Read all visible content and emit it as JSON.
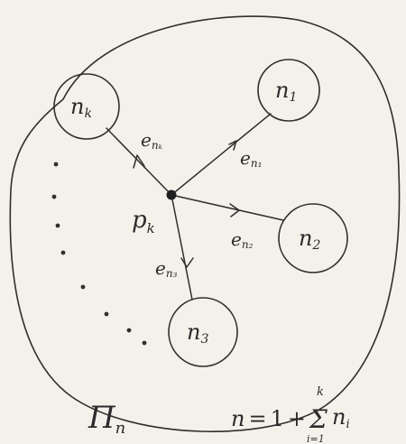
{
  "colors": {
    "paper": "#f4f1ea",
    "ink": "#2f2f2f"
  },
  "diagram": {
    "center_node": {
      "label": "p",
      "subscript": "k"
    },
    "children": [
      {
        "id": "n1",
        "label": "n",
        "subscript": "1",
        "edge_label": "e",
        "edge_subscript": "n₁"
      },
      {
        "id": "n2",
        "label": "n",
        "subscript": "2",
        "edge_label": "e",
        "edge_subscript": "n₂"
      },
      {
        "id": "n3",
        "label": "n",
        "subscript": "3",
        "edge_label": "e",
        "edge_subscript": "n₃"
      },
      {
        "id": "nk",
        "label": "n",
        "subscript": "k",
        "edge_label": "e",
        "edge_subscript": "nₖ"
      }
    ],
    "region_label": {
      "symbol": "Π",
      "subscript": "n"
    },
    "formula": {
      "lhs": "n",
      "eq": "=",
      "one": "1",
      "plus": "+",
      "sum": "Σ",
      "upper": "k",
      "lower": "i=1",
      "term": "n",
      "term_sub": "i"
    }
  }
}
